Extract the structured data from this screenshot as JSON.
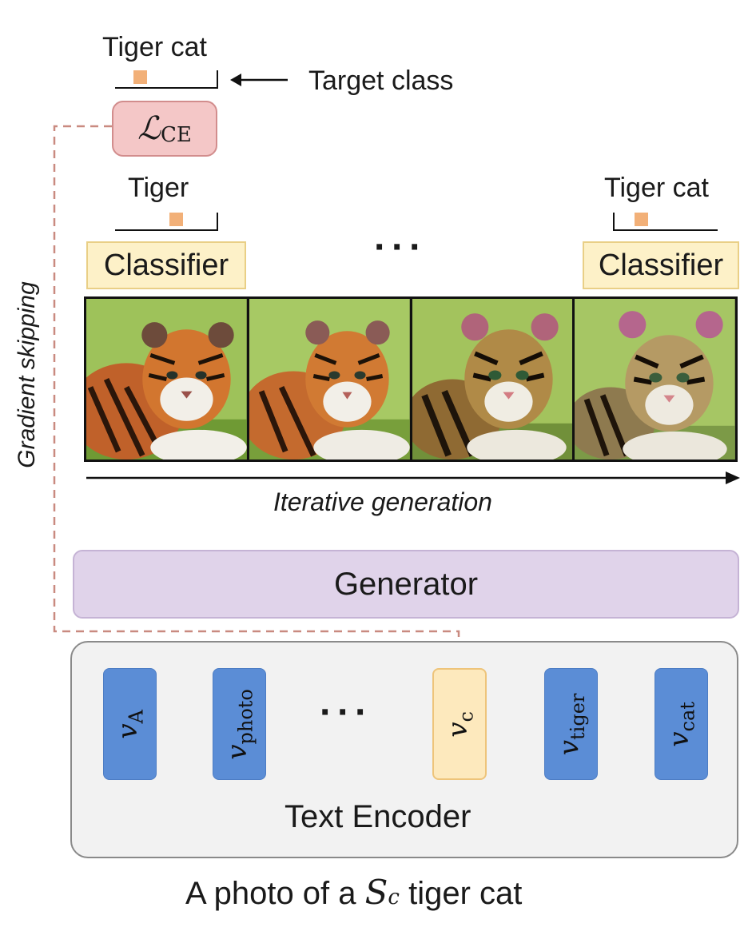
{
  "top": {
    "target_label": "Tiger cat",
    "target_class_label": "Target class",
    "loss_symbol": "ℒ",
    "loss_subscript": "CE"
  },
  "classifier_left": {
    "prediction": "Tiger",
    "label": "Classifier"
  },
  "classifier_right": {
    "prediction": "Tiger cat",
    "label": "Classifier"
  },
  "ellipsis_top": "···",
  "side_label": "Gradient skipping",
  "iteration_label": "Iterative generation",
  "generator_label": "Generator",
  "tokens": [
    {
      "base": "v",
      "sub": "A"
    },
    {
      "base": "v",
      "sub": "photo"
    },
    {
      "base": "v",
      "sub": "c"
    },
    {
      "base": "v",
      "sub": "tiger"
    },
    {
      "base": "v",
      "sub": "cat"
    }
  ],
  "ellipsis_tokens": "···",
  "text_encoder_label": "Text Encoder",
  "caption": {
    "before": "A photo of a ",
    "symbol": "S",
    "subscript": "c",
    "after": " tiger cat"
  },
  "colors": {
    "score_mark": "#f2b078",
    "loss_fill": "#f4c7c7",
    "classifier_fill": "#fdf1c8",
    "generator_fill": "#e0d3ea",
    "token_blue": "#5b8dd6",
    "token_yellow": "#fde9bd",
    "dashed_path": "#c98a80"
  }
}
